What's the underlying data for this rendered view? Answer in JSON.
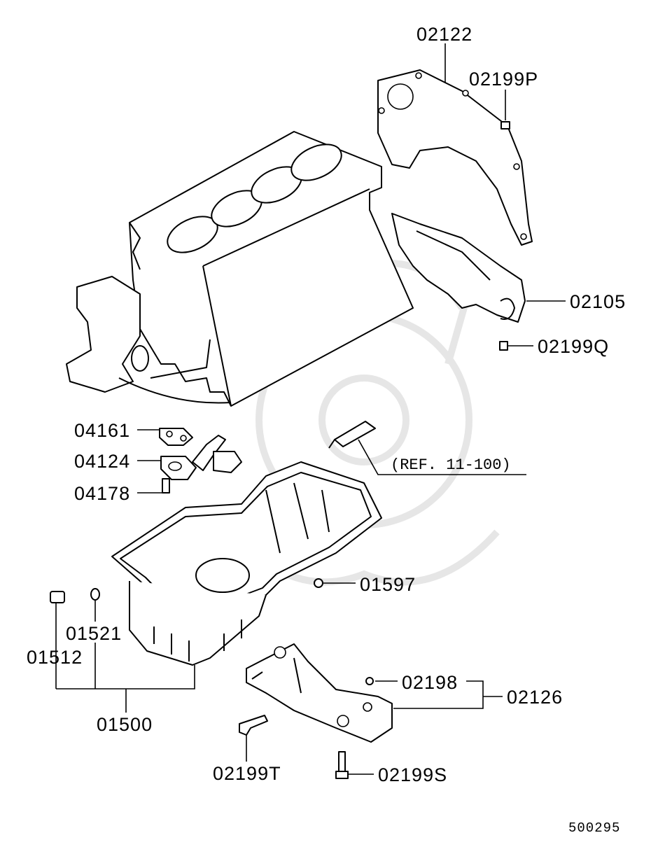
{
  "parts": {
    "p02122": "02122",
    "p02199P": "02199P",
    "p02105": "02105",
    "p02199Q": "02199Q",
    "p04161": "04161",
    "p04124": "04124",
    "p04178": "04178",
    "ref": "(REF. 11-100)",
    "p01597": "01597",
    "p01521": "01521",
    "p01512": "01512",
    "p01500": "01500",
    "p02198": "02198",
    "p02126": "02126",
    "p02199T": "02199T",
    "p02199S": "02199S"
  },
  "diagram_id": "500295",
  "colors": {
    "line": "#000000",
    "watermark": "#e6e6e6",
    "background": "#ffffff"
  }
}
